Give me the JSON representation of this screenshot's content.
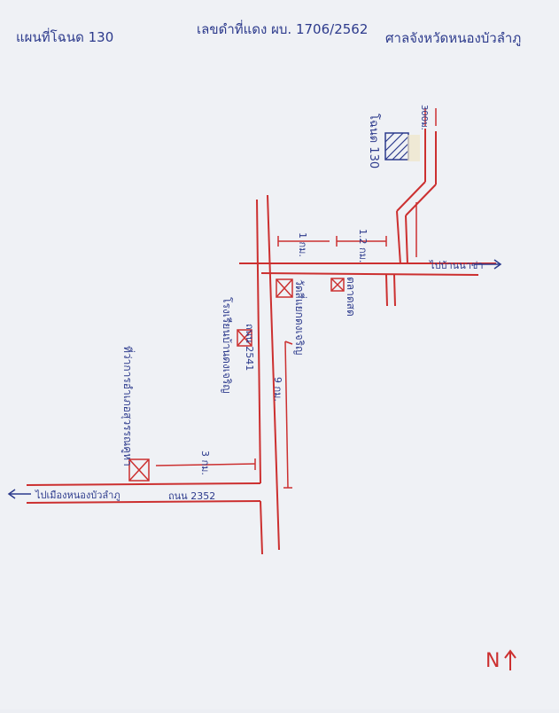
{
  "header": {
    "title": "แผนที่โฉนด 130",
    "deed_ref": "เลขดำที่แดง ผบ. 1706/2562",
    "court": "ศาลจังหวัดหนองบัวลำภู"
  },
  "deed_label": "โฉนด 130",
  "distances": {
    "d300m": "300ม.",
    "d1km": "1 กม.",
    "d1_2km": "1.2 กม.",
    "d9km": "9 กม.",
    "d3km": "3 กม."
  },
  "directions": {
    "to_ban_naraduang": "ไปบ้านนาข่า",
    "to_nongbualamphu": "ไปเมืองหนองบัวลำภู"
  },
  "roads": {
    "road_2541": "ถนน 2541",
    "road_2352": "ถนน 2352"
  },
  "landmarks": {
    "lm_market": "ตลาดสด",
    "lm_temple": "วัดสี่แยกดงเจริญ",
    "lm_school": "โรงเรียนบ้านดงเจริญ",
    "lm_district": "ที่ว่าการอำเภอสุวรรณคูหา"
  },
  "north_marker": "N",
  "colors": {
    "ink_blue": "#2c3a8c",
    "ink_red": "#cc3030",
    "paper": "#eceef3"
  }
}
